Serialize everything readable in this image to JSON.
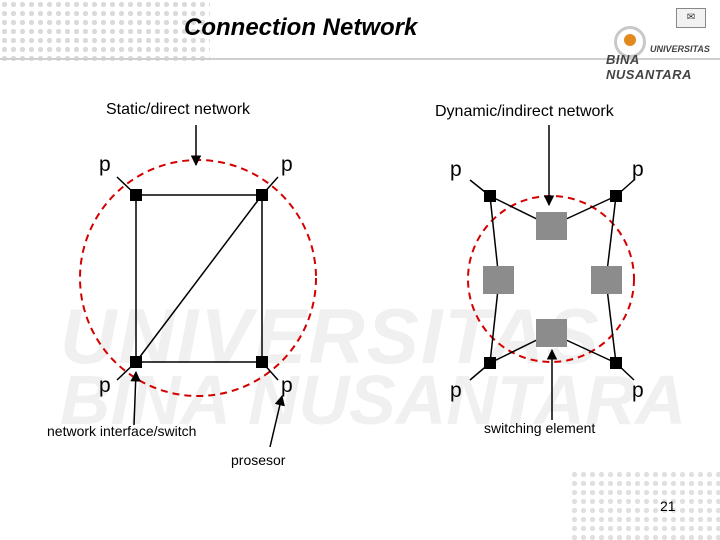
{
  "slide": {
    "title": "Connection Network",
    "page_number": "21",
    "logo": {
      "icon": "university-logo-icon",
      "line1": "UNIVERSITAS",
      "line2": "BINA NUSANTARA"
    },
    "watermark": {
      "line1": "UNIVERSITAS",
      "line2": "BINA NUSANTARA"
    }
  },
  "static_network": {
    "heading": "Static/direct  network",
    "node_label": "p",
    "interface_label": "network interface/switch",
    "processor_label": "prosesor"
  },
  "dynamic_network": {
    "heading": "Dynamic/indirect  network",
    "node_label": "p",
    "switch_label": "switching element"
  },
  "colors": {
    "link": "#000000",
    "boundary": "#d40000",
    "switch_fill": "#8c8c8c",
    "node_fill": "#000000"
  }
}
